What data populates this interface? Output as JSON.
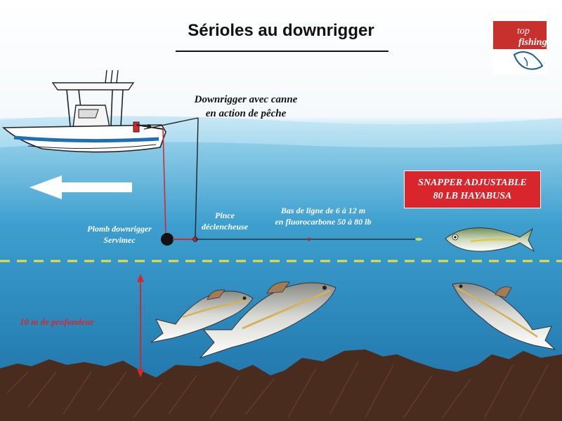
{
  "title": "Sérioles au downrigger",
  "logo": {
    "line1": "top",
    "line2": "fishing"
  },
  "labels": {
    "downrigger_line1": "Downrigger avec canne",
    "downrigger_line2": "en action de pêche",
    "plomb_line1": "Plomb downrigger",
    "plomb_line2": "Servimec",
    "pince_line1": "Pince",
    "pince_line2": "déclencheuse",
    "bas_line1": "Bas de ligne de 6 à 12 m",
    "bas_line2": "en fluorocarbone 50 à 80 lb",
    "depth": "10 m de profondeur"
  },
  "hook_box": {
    "line1": "SNAPPER ADJUSTABLE",
    "line2": "80 LB HAYABUSA"
  },
  "colors": {
    "sky": "#ffffff",
    "water_top": "#8fcde8",
    "water_deep": "#1a72a8",
    "seabed": "#4a2c1f",
    "thermocline": "#e6e23a",
    "accent_red": "#d8262c",
    "logo_red": "#c7302d"
  },
  "icons": {
    "boat": "boat-icon",
    "arrow": "arrow-left-icon",
    "weight": "downrigger-weight-icon",
    "bait": "bait-fish-icon",
    "fish": "amberjack-fish-icon"
  }
}
